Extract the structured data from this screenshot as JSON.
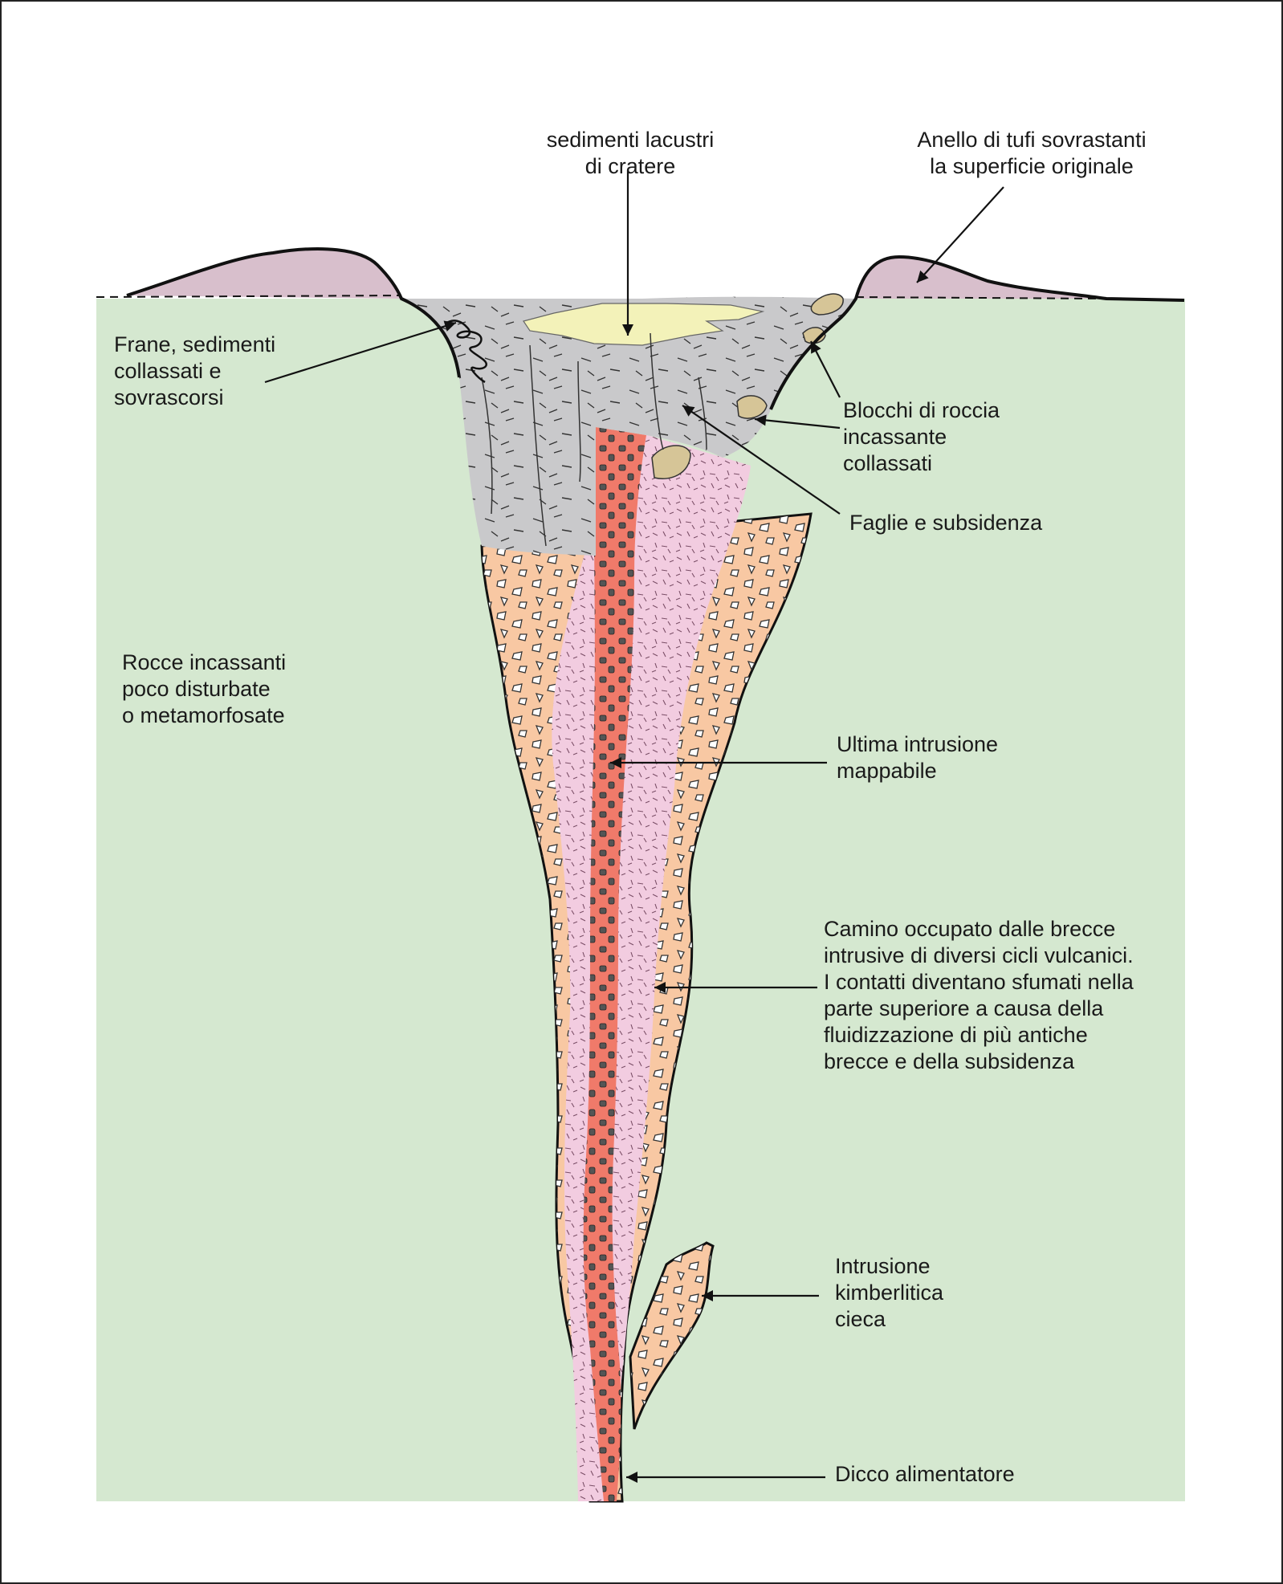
{
  "colors": {
    "host_rock": "#d5e8d0",
    "tuff_ring": "#d8bfcc",
    "crater_fill": "#c9c9cb",
    "lake_sediment": "#f3f2b9",
    "breccia": "#f8c8a3",
    "intrusion_pink": "#f2cce0",
    "last_intrusion": "#f07a6a",
    "dike": "#f07a6a",
    "blocks": "#d6c597",
    "outline": "#111111"
  },
  "labels": {
    "lake_sediments": "sedimenti lacustri\ndi cratere",
    "tuff_ring": "Anello di tufi sovrastanti\nla superficie originale",
    "landslides": "Frane, sedimenti\ncollassati e\nsovrascorsi",
    "collapsed_blocks": "Blocchi  di roccia\nincassante\ncollassati",
    "faults": "Faglie e subsidenza",
    "host_rocks": "Rocce incassanti\npoco disturbate\no metamorfosate",
    "last_intrusion": "Ultima intrusione\nmappabile",
    "breccia_pipe": "Camino occupato dalle brecce\nintrusive di diversi cicli vulcanici.\nI contatti diventano sfumati nella\nparte superiore a causa della\nfluidizzazione di più antiche\nbrecce e della subsidenza",
    "blind_intrusion": "Intrusione\nkimberlitica\ncieca",
    "feeder_dike": "Dicco alimentatore"
  }
}
